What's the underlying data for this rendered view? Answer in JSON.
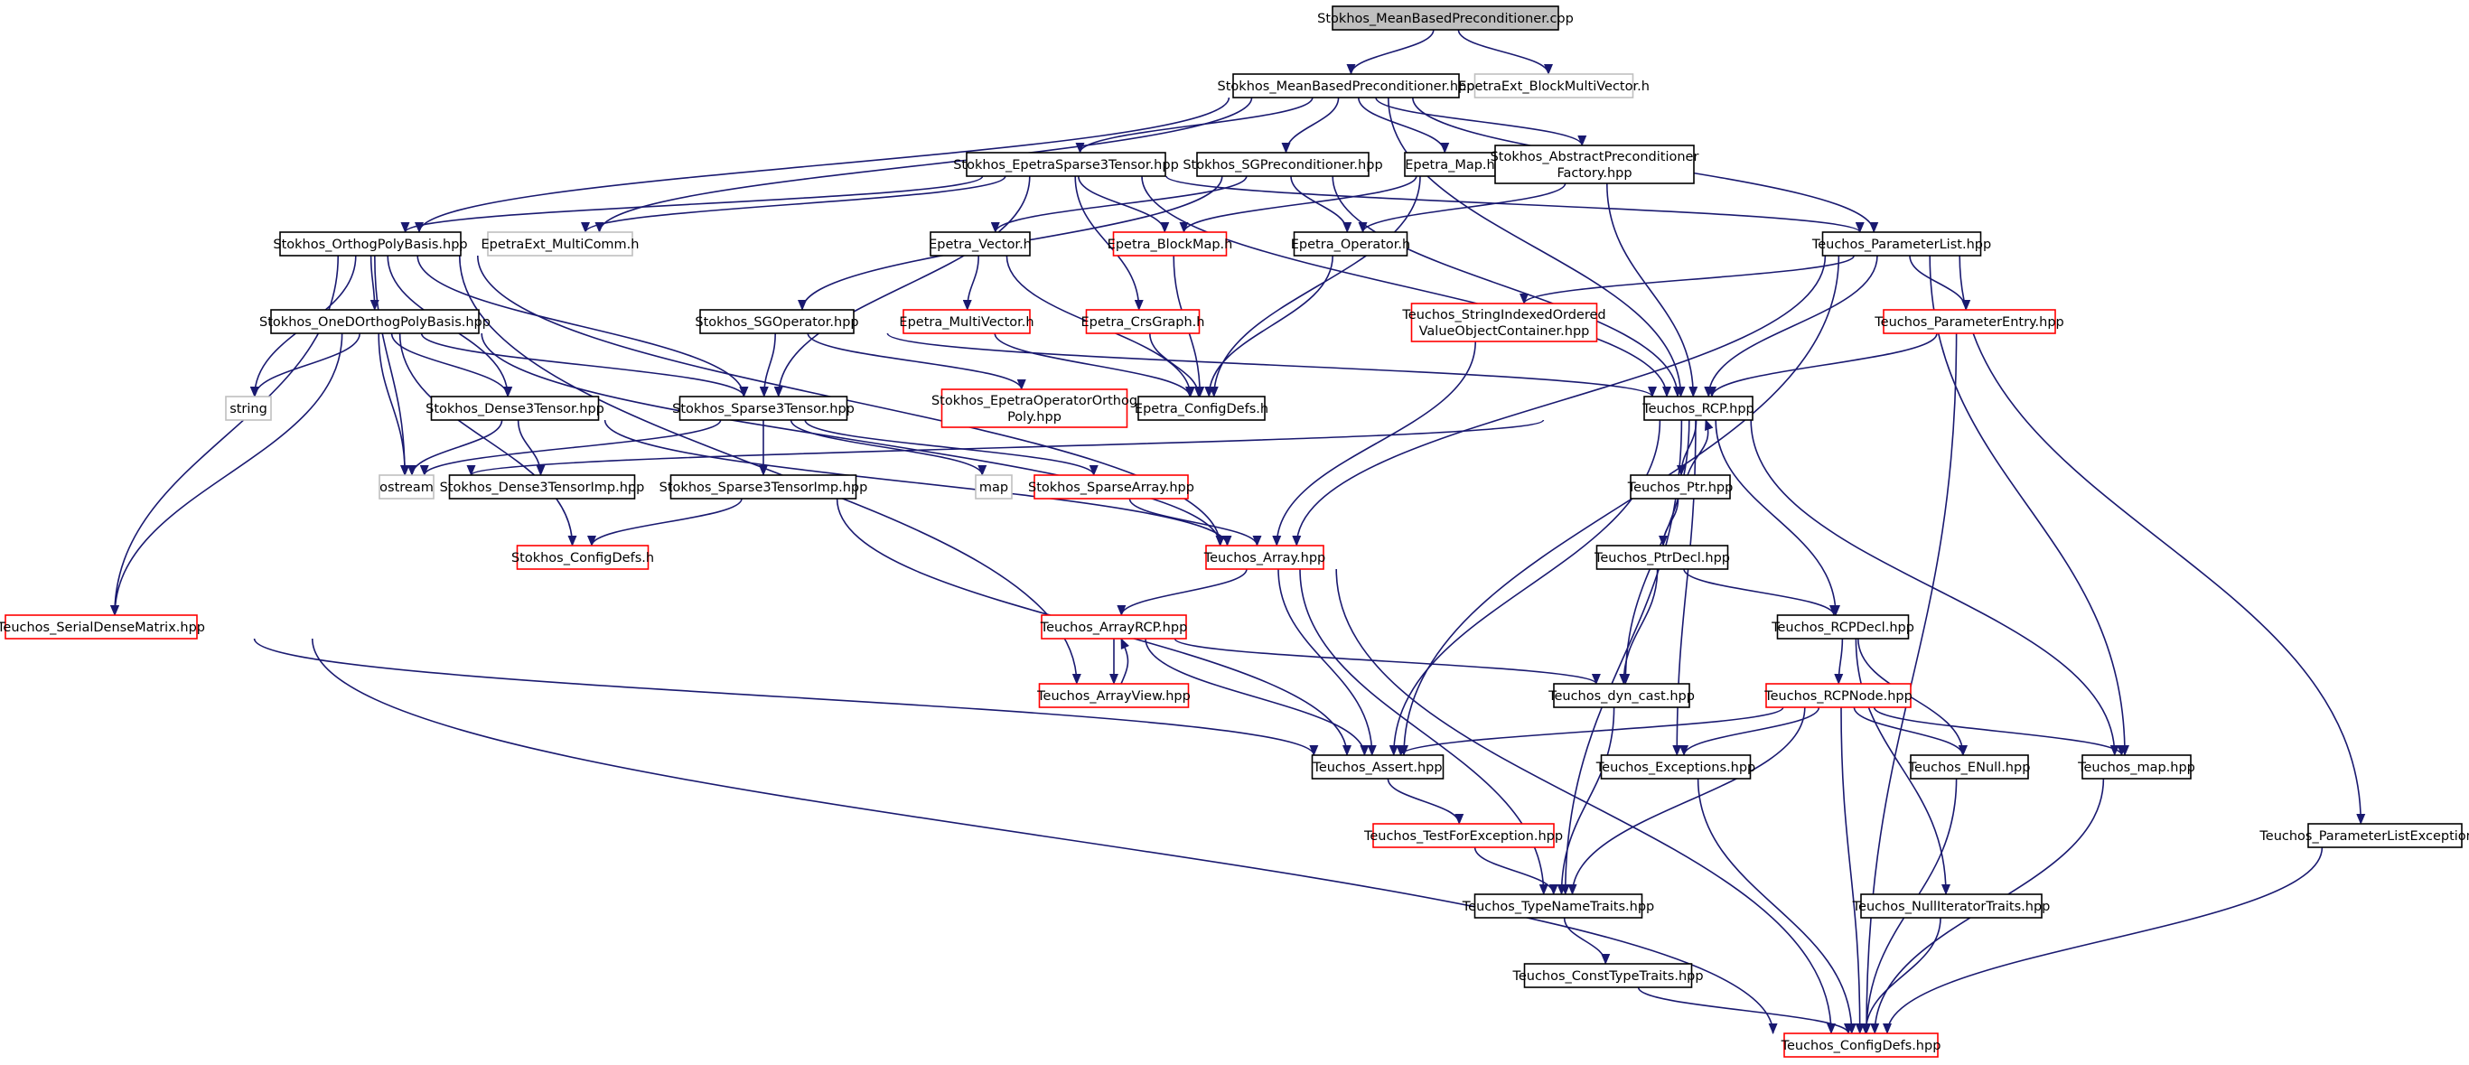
{
  "colors": {
    "edge": "#191970",
    "border_documented": "#000000",
    "border_truncated": "#ff0000",
    "border_external": "#bfbfbf",
    "fill_root": "#bfbfbf",
    "fill_default": "#ffffff"
  },
  "nodes": [
    {
      "id": "root",
      "label": "Stokhos_MeanBasedPreconditioner.cpp",
      "style": "root"
    },
    {
      "id": "mbp",
      "label": "Stokhos_MeanBasedPreconditioner.hpp",
      "style": "black"
    },
    {
      "id": "bmv",
      "label": "EpetraExt_BlockMultiVector.h",
      "style": "gray"
    },
    {
      "id": "es3t",
      "label": "Stokhos_EpetraSparse3Tensor.hpp",
      "style": "black"
    },
    {
      "id": "sgp",
      "label": "Stokhos_SGPreconditioner.hpp",
      "style": "black"
    },
    {
      "id": "emap",
      "label": "Epetra_Map.h",
      "style": "black"
    },
    {
      "id": "apf",
      "label": "Stokhos_AbstractPreconditioner Factory.hpp",
      "lines": [
        "Stokhos_AbstractPreconditioner",
        "Factory.hpp"
      ],
      "style": "black"
    },
    {
      "id": "opb",
      "label": "Stokhos_OrthogPolyBasis.hpp",
      "style": "black"
    },
    {
      "id": "emc",
      "label": "EpetraExt_MultiComm.h",
      "style": "gray"
    },
    {
      "id": "evec",
      "label": "Epetra_Vector.h",
      "style": "black"
    },
    {
      "id": "ebm",
      "label": "Epetra_BlockMap.h",
      "style": "red"
    },
    {
      "id": "eop",
      "label": "Epetra_Operator.h",
      "style": "black"
    },
    {
      "id": "tpl",
      "label": "Teuchos_ParameterList.hpp",
      "style": "black"
    },
    {
      "id": "oopb",
      "label": "Stokhos_OneDOrthogPolyBasis.hpp",
      "style": "black"
    },
    {
      "id": "sgo",
      "label": "Stokhos_SGOperator.hpp",
      "style": "black"
    },
    {
      "id": "emv",
      "label": "Epetra_MultiVector.h",
      "style": "red"
    },
    {
      "id": "ecrs",
      "label": "Epetra_CrsGraph.h",
      "style": "red"
    },
    {
      "id": "tsiovc",
      "label": "Teuchos_StringIndexedOrdered ValueObjectContainer.hpp",
      "lines": [
        "Teuchos_StringIndexedOrdered",
        "ValueObjectContainer.hpp"
      ],
      "style": "red"
    },
    {
      "id": "tpe",
      "label": "Teuchos_ParameterEntry.hpp",
      "style": "red"
    },
    {
      "id": "string",
      "label": "string",
      "style": "gray"
    },
    {
      "id": "sd3t",
      "label": "Stokhos_Dense3Tensor.hpp",
      "style": "black"
    },
    {
      "id": "ss3t",
      "label": "Stokhos_Sparse3Tensor.hpp",
      "style": "black"
    },
    {
      "id": "seoop",
      "label": "Stokhos_EpetraOperatorOrthog Poly.hpp",
      "lines": [
        "Stokhos_EpetraOperatorOrthog",
        "Poly.hpp"
      ],
      "style": "red"
    },
    {
      "id": "ecd",
      "label": "Epetra_ConfigDefs.h",
      "style": "black"
    },
    {
      "id": "trcp",
      "label": "Teuchos_RCP.hpp",
      "style": "black"
    },
    {
      "id": "ostream",
      "label": "ostream",
      "style": "gray"
    },
    {
      "id": "sd3ti",
      "label": "Stokhos_Dense3TensorImp.hpp",
      "style": "black"
    },
    {
      "id": "map",
      "label": "map",
      "style": "gray"
    },
    {
      "id": "ssa",
      "label": "Stokhos_SparseArray.hpp",
      "style": "red"
    },
    {
      "id": "tptr",
      "label": "Teuchos_Ptr.hpp",
      "style": "black"
    },
    {
      "id": "ss3ti",
      "label": "Stokhos_Sparse3TensorImp.hpp",
      "style": "black"
    },
    {
      "id": "scd",
      "label": "Stokhos_ConfigDefs.h",
      "style": "red"
    },
    {
      "id": "tarr",
      "label": "Teuchos_Array.hpp",
      "style": "red"
    },
    {
      "id": "tptrd",
      "label": "Teuchos_PtrDecl.hpp",
      "style": "black"
    },
    {
      "id": "tsdm",
      "label": "Teuchos_SerialDenseMatrix.hpp",
      "style": "red"
    },
    {
      "id": "tarcp",
      "label": "Teuchos_ArrayRCP.hpp",
      "style": "red"
    },
    {
      "id": "trcpd",
      "label": "Teuchos_RCPDecl.hpp",
      "style": "black"
    },
    {
      "id": "tav",
      "label": "Teuchos_ArrayView.hpp",
      "style": "red"
    },
    {
      "id": "tdyn",
      "label": "Teuchos_dyn_cast.hpp",
      "style": "black"
    },
    {
      "id": "trcpn",
      "label": "Teuchos_RCPNode.hpp",
      "style": "red"
    },
    {
      "id": "tassert",
      "label": "Teuchos_Assert.hpp",
      "style": "black"
    },
    {
      "id": "texc",
      "label": "Teuchos_Exceptions.hpp",
      "style": "black"
    },
    {
      "id": "tenull",
      "label": "Teuchos_ENull.hpp",
      "style": "black"
    },
    {
      "id": "tmap",
      "label": "Teuchos_map.hpp",
      "style": "black"
    },
    {
      "id": "ttfe",
      "label": "Teuchos_TestForException.hpp",
      "style": "red"
    },
    {
      "id": "tple",
      "label": "Teuchos_ParameterListExceptions.hpp",
      "style": "black"
    },
    {
      "id": "ttnt",
      "label": "Teuchos_TypeNameTraits.hpp",
      "style": "black"
    },
    {
      "id": "tnit",
      "label": "Teuchos_NullIteratorTraits.hpp",
      "style": "black"
    },
    {
      "id": "tctt",
      "label": "Teuchos_ConstTypeTraits.hpp",
      "style": "black"
    },
    {
      "id": "tcd",
      "label": "Teuchos_ConfigDefs.hpp",
      "style": "red"
    }
  ],
  "edges": [
    {
      "from": "root",
      "to": "mbp"
    },
    {
      "from": "root",
      "to": "bmv"
    },
    {
      "from": "mbp",
      "to": "es3t"
    },
    {
      "from": "mbp",
      "to": "sgp"
    },
    {
      "from": "mbp",
      "to": "emap"
    },
    {
      "from": "mbp",
      "to": "apf"
    },
    {
      "from": "mbp",
      "to": "opb"
    },
    {
      "from": "mbp",
      "to": "emc"
    },
    {
      "from": "mbp",
      "to": "tpl"
    },
    {
      "from": "mbp",
      "to": "trcp"
    },
    {
      "from": "es3t",
      "to": "opb"
    },
    {
      "from": "es3t",
      "to": "emc"
    },
    {
      "from": "es3t",
      "to": "ebm"
    },
    {
      "from": "es3t",
      "to": "ecrs"
    },
    {
      "from": "es3t",
      "to": "ss3t"
    },
    {
      "from": "es3t",
      "to": "tpl"
    },
    {
      "from": "es3t",
      "to": "trcp"
    },
    {
      "from": "sgp",
      "to": "evec"
    },
    {
      "from": "sgp",
      "to": "eop"
    },
    {
      "from": "sgp",
      "to": "sgo"
    },
    {
      "from": "sgp",
      "to": "trcp"
    },
    {
      "from": "emap",
      "to": "ebm"
    },
    {
      "from": "emap",
      "to": "ecd"
    },
    {
      "from": "apf",
      "to": "eop"
    },
    {
      "from": "apf",
      "to": "trcp"
    },
    {
      "from": "opb",
      "to": "oopb"
    },
    {
      "from": "opb",
      "to": "string"
    },
    {
      "from": "opb",
      "to": "ostream"
    },
    {
      "from": "opb",
      "to": "sd3t"
    },
    {
      "from": "opb",
      "to": "ss3t"
    },
    {
      "from": "opb",
      "to": "tsdm"
    },
    {
      "from": "opb",
      "to": "tav"
    },
    {
      "from": "opb",
      "to": "tarr"
    },
    {
      "from": "evec",
      "to": "emv"
    },
    {
      "from": "evec",
      "to": "ecd"
    },
    {
      "from": "ebm",
      "to": "ecd"
    },
    {
      "from": "eop",
      "to": "ecd"
    },
    {
      "from": "ecrs",
      "to": "ecd"
    },
    {
      "from": "emv",
      "to": "ecd"
    },
    {
      "from": "tpl",
      "to": "tsiovc"
    },
    {
      "from": "tpl",
      "to": "tpe"
    },
    {
      "from": "tpl",
      "to": "trcp"
    },
    {
      "from": "tpl",
      "to": "tarr"
    },
    {
      "from": "tpl",
      "to": "tassert"
    },
    {
      "from": "tpl",
      "to": "tmap"
    },
    {
      "from": "tpl",
      "to": "tple"
    },
    {
      "from": "oopb",
      "to": "string"
    },
    {
      "from": "oopb",
      "to": "ostream"
    },
    {
      "from": "oopb",
      "to": "sd3t"
    },
    {
      "from": "oopb",
      "to": "ss3t"
    },
    {
      "from": "oopb",
      "to": "scd"
    },
    {
      "from": "oopb",
      "to": "tsdm"
    },
    {
      "from": "oopb",
      "to": "tarr"
    },
    {
      "from": "sgo",
      "to": "ss3t"
    },
    {
      "from": "sgo",
      "to": "seoop"
    },
    {
      "from": "sgo",
      "to": "trcp"
    },
    {
      "from": "tsiovc",
      "to": "tarr"
    },
    {
      "from": "tpe",
      "to": "trcp"
    },
    {
      "from": "tpe",
      "to": "tcd"
    },
    {
      "from": "sd3t",
      "to": "ostream"
    },
    {
      "from": "sd3t",
      "to": "sd3ti"
    },
    {
      "from": "sd3t",
      "to": "tarr"
    },
    {
      "from": "ss3t",
      "to": "ostream"
    },
    {
      "from": "ss3t",
      "to": "map"
    },
    {
      "from": "ss3t",
      "to": "ssa"
    },
    {
      "from": "ss3t",
      "to": "ss3ti"
    },
    {
      "from": "ss3ti",
      "to": "scd"
    },
    {
      "from": "ss3ti",
      "to": "tassert"
    },
    {
      "from": "ssa",
      "to": "tarr"
    },
    {
      "from": "tarr",
      "to": "tarcp"
    },
    {
      "from": "tarr",
      "to": "tassert"
    },
    {
      "from": "tarr",
      "to": "ttnt"
    },
    {
      "from": "tarr",
      "to": "tcd"
    },
    {
      "from": "tarcp",
      "to": "tav"
    },
    {
      "from": "tav",
      "to": "tarcp"
    },
    {
      "from": "tarcp",
      "to": "tassert"
    },
    {
      "from": "tarcp",
      "to": "tdyn"
    },
    {
      "from": "tsdm",
      "to": "tassert"
    },
    {
      "from": "tsdm",
      "to": "tcd"
    },
    {
      "from": "trcp",
      "to": "tptr"
    },
    {
      "from": "tptr",
      "to": "trcp"
    },
    {
      "from": "trcp",
      "to": "trcpd"
    },
    {
      "from": "trcp",
      "to": "tdyn"
    },
    {
      "from": "trcp",
      "to": "tassert"
    },
    {
      "from": "trcp",
      "to": "texc"
    },
    {
      "from": "trcp",
      "to": "ttnt"
    },
    {
      "from": "trcp",
      "to": "tmap"
    },
    {
      "from": "trcp",
      "to": "ostream"
    },
    {
      "from": "tptr",
      "to": "tptrd"
    },
    {
      "from": "tptrd",
      "to": "trcpd"
    },
    {
      "from": "tptrd",
      "to": "tdyn"
    },
    {
      "from": "trcpd",
      "to": "trcpn"
    },
    {
      "from": "trcpd",
      "to": "tenull"
    },
    {
      "from": "trcpd",
      "to": "tnit"
    },
    {
      "from": "tdyn",
      "to": "ttnt"
    },
    {
      "from": "trcpn",
      "to": "tassert"
    },
    {
      "from": "trcpn",
      "to": "texc"
    },
    {
      "from": "trcpn",
      "to": "tenull"
    },
    {
      "from": "trcpn",
      "to": "tmap"
    },
    {
      "from": "trcpn",
      "to": "ttnt"
    },
    {
      "from": "trcpn",
      "to": "tcd"
    },
    {
      "from": "tassert",
      "to": "ttfe"
    },
    {
      "from": "ttfe",
      "to": "ttnt"
    },
    {
      "from": "texc",
      "to": "tcd"
    },
    {
      "from": "tenull",
      "to": "tcd"
    },
    {
      "from": "tmap",
      "to": "tcd"
    },
    {
      "from": "tple",
      "to": "tcd"
    },
    {
      "from": "ttnt",
      "to": "tctt"
    },
    {
      "from": "tnit",
      "to": "tcd"
    },
    {
      "from": "tctt",
      "to": "tcd"
    }
  ]
}
